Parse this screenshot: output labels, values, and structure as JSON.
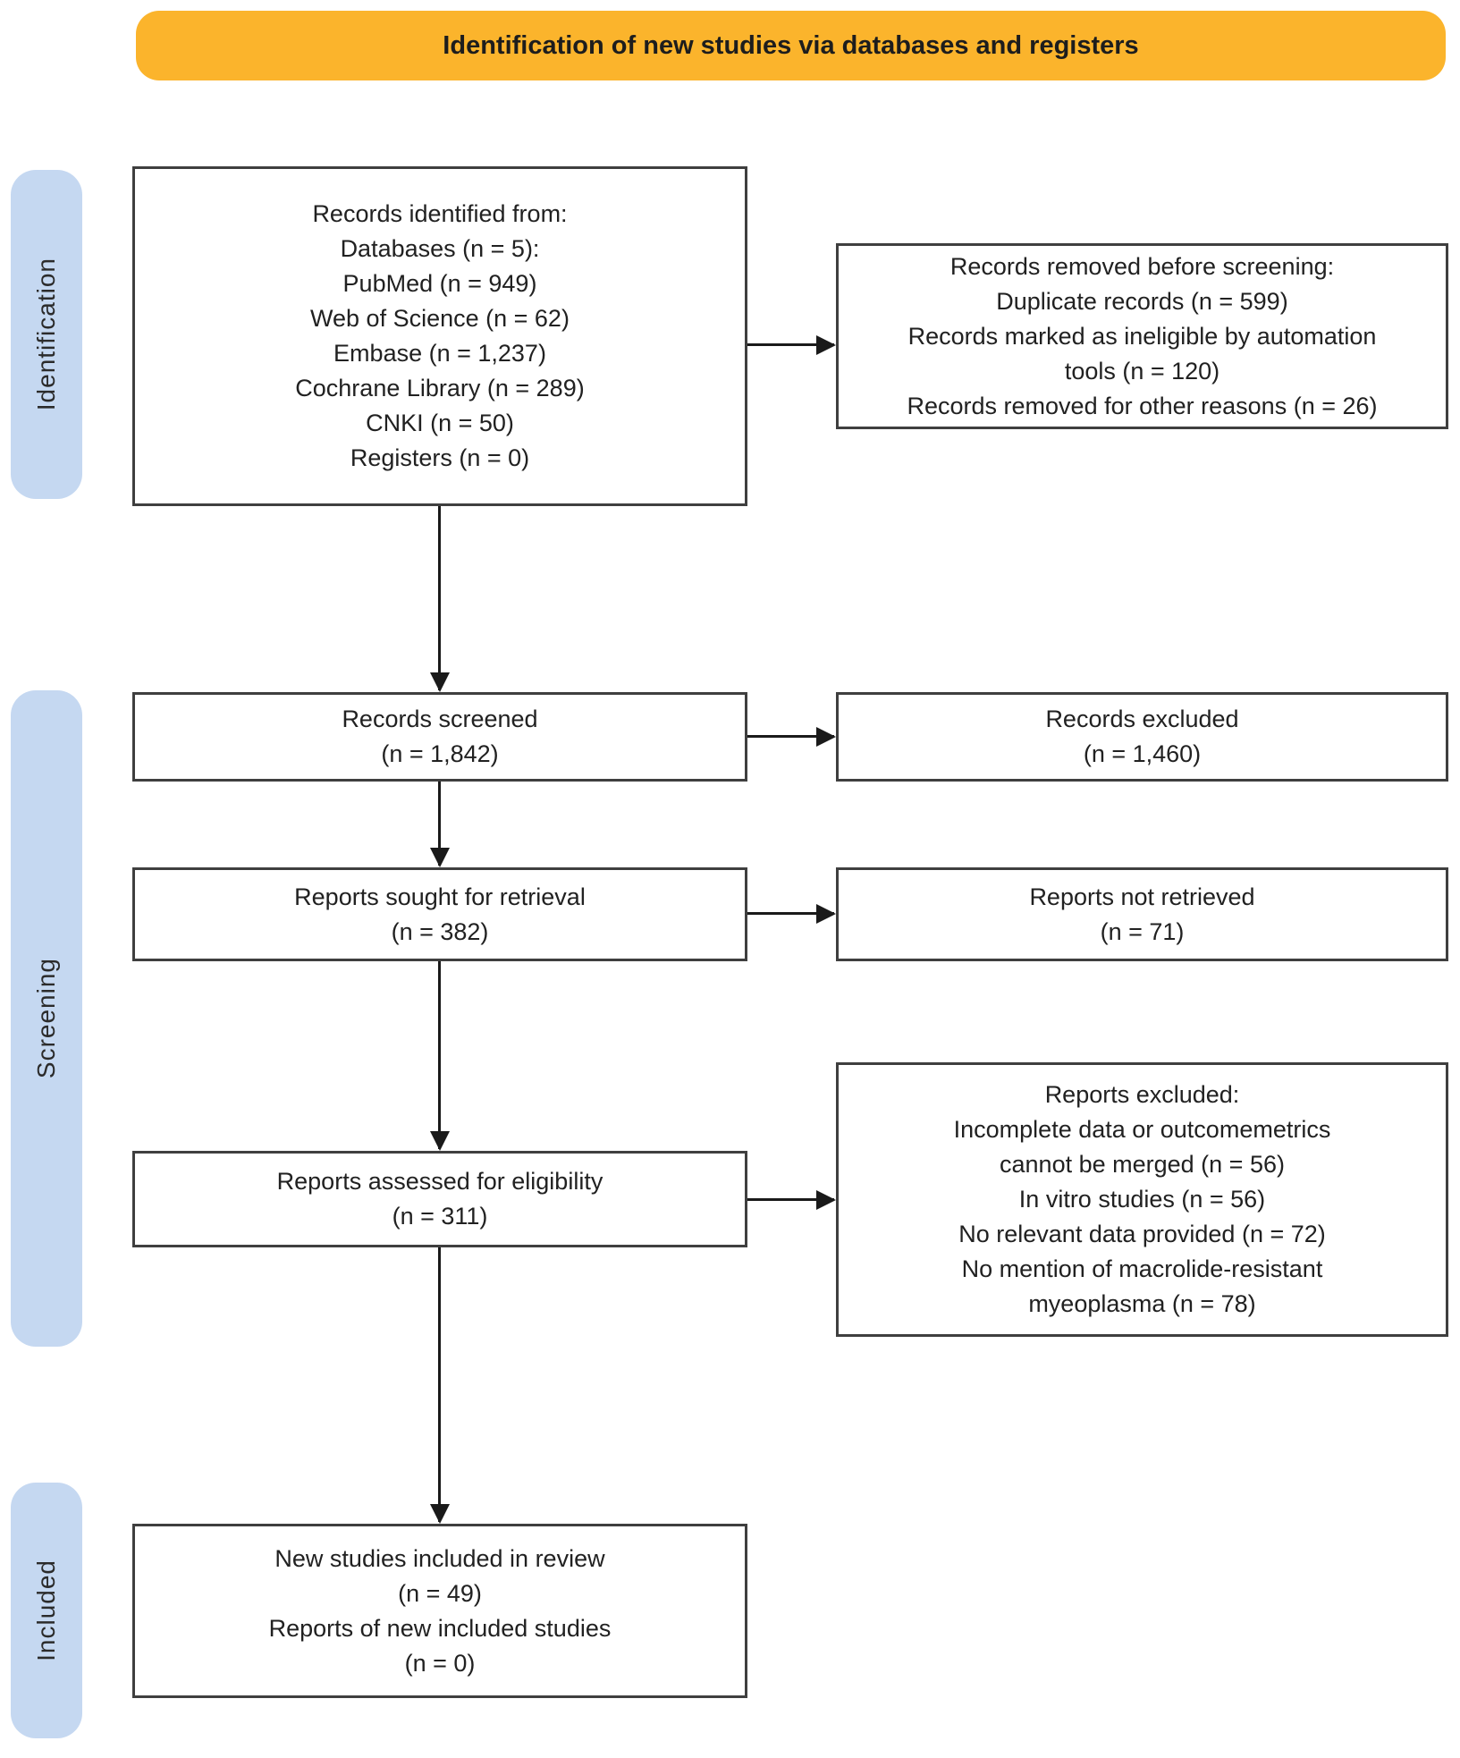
{
  "banner": {
    "label": "Identification of new studies via databases and registers"
  },
  "sidebar": {
    "identification": "Identification",
    "screening": "Screening",
    "included": "Included"
  },
  "boxes": {
    "records_identified": {
      "lines": [
        "Records identified from:",
        "Databases (n = 5):",
        "PubMed (n = 949)",
        "Web of Science (n = 62)",
        "Embase (n = 1,237)",
        "Cochrane Library (n = 289)",
        "CNKI (n = 50)",
        "Registers (n = 0)"
      ]
    },
    "records_removed": {
      "lines": [
        "Records removed before screening:",
        "Duplicate records (n = 599)",
        "Records marked as ineligible by automation",
        "tools (n = 120)",
        "Records removed for other reasons (n = 26)"
      ]
    },
    "records_screened": {
      "lines": [
        "Records screened",
        "(n = 1,842)"
      ]
    },
    "records_excluded": {
      "lines": [
        "Records excluded",
        "(n = 1,460)"
      ]
    },
    "reports_sought": {
      "lines": [
        "Reports sought for retrieval",
        "(n = 382)"
      ]
    },
    "reports_not_retrieved": {
      "lines": [
        "Reports not retrieved",
        "(n = 71)"
      ]
    },
    "reports_assessed": {
      "lines": [
        "Reports assessed for eligibility",
        "(n = 311)"
      ]
    },
    "reports_excluded": {
      "lines": [
        "Reports excluded:",
        "Incomplete data or outcomemetrics",
        "cannot be merged (n = 56)",
        "In vitro studies (n = 56)",
        "No relevant data provided (n = 72)",
        "No mention of macrolide-resistant",
        "myeoplasma (n = 78)"
      ]
    },
    "new_studies": {
      "lines": [
        "New studies included in review",
        "(n = 49)",
        "Reports of new included studies",
        "(n = 0)"
      ]
    }
  },
  "colors": {
    "banner_bg": "#FBB42C",
    "sidebar_bg": "#C5D8F1",
    "box_border": "#3F3F3F",
    "arrow": "#1A1A1A",
    "text": "#212121"
  }
}
